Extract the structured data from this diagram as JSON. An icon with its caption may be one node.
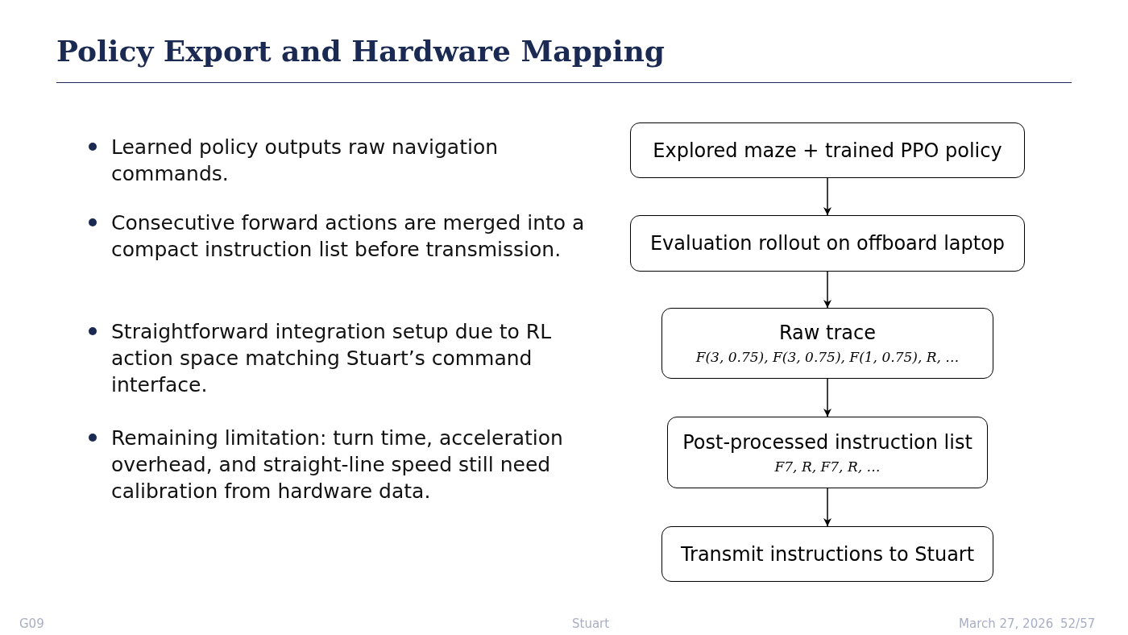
{
  "diagram": {
    "title": "Policy Export and Hardware Mapping",
    "nodes": [
      {
        "text": [
          "Explored maze + trained PPO policy"
        ]
      },
      {
        "text": [
          "Evaluation rollout on offboard laptop"
        ]
      },
      {
        "text": [
          "Raw trace",
          "F(3, 0.75), F(3, 0.75), F(1, 0.75), R, …"
        ]
      },
      {
        "text": [
          "Post-processed instruction list",
          "F7, R, F7, R, …"
        ]
      },
      {
        "text": [
          "Transmit instructions to Stuart"
        ]
      }
    ],
    "edges": [
      {
        "from": 0,
        "to": 1,
        "arrow": "to"
      },
      {
        "from": 1,
        "to": 2,
        "arrow": "to"
      },
      {
        "from": 2,
        "to": 3,
        "arrow": "to"
      },
      {
        "from": 3,
        "to": 4,
        "arrow": "to"
      }
    ],
    "labels": [
      "Learned policy outputs raw navigation commands.",
      "Consecutive forward actions are merged into a compact instruction list before transmission.",
      "Straightforward integration setup due to RL action space matching Stuart’s command interface.",
      "Remaining limitation: turn time, acceleration overhead, and straight-line speed still need calibration from hardware data.",
      "G09",
      "Stuart",
      "March 27, 2026",
      "52/57"
    ]
  }
}
